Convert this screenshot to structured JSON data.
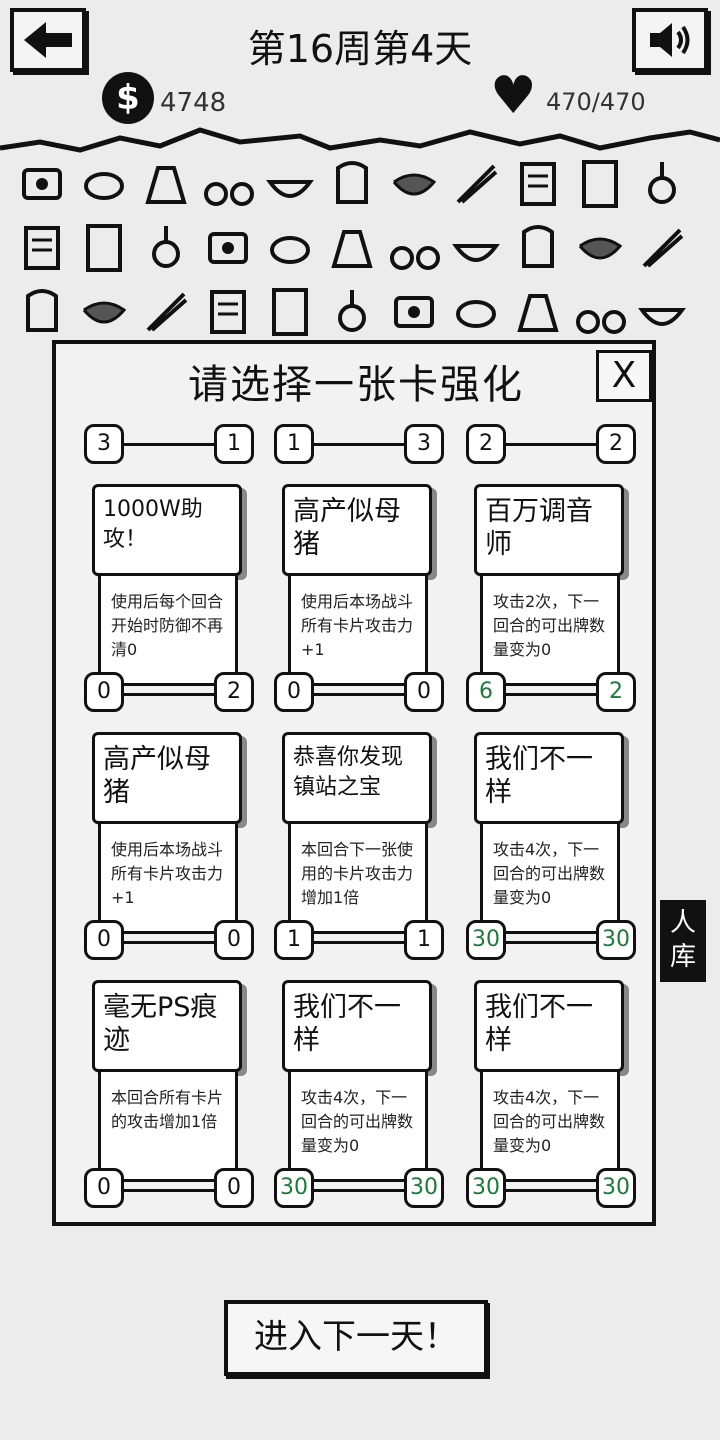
{
  "header": {
    "title": "第16周第4天",
    "money": "4748",
    "hp": "470/470"
  },
  "modal": {
    "title": "请选择一张卡强化",
    "close": "X"
  },
  "top_rows": [
    {
      "left": "3",
      "right": "1"
    },
    {
      "left": "1",
      "right": "3"
    },
    {
      "left": "2",
      "right": "2"
    }
  ],
  "cards": [
    {
      "title": "1000W助攻！",
      "desc": "使用后每个回合开始时防御不再清0",
      "left": "0",
      "right": "2",
      "green": false
    },
    {
      "title": "高产似母猪",
      "desc": "使用后本场战斗所有卡片攻击力+1",
      "left": "0",
      "right": "0",
      "green": false
    },
    {
      "title": "百万调音师",
      "desc": "攻击2次，下一回合的可出牌数量变为0",
      "left": "6",
      "right": "2",
      "green": true
    },
    {
      "title": "高产似母猪",
      "desc": "使用后本场战斗所有卡片攻击力+1",
      "left": "0",
      "right": "0",
      "green": false
    },
    {
      "title": "恭喜你发现镇站之宝",
      "desc": "本回合下一张使用的卡片攻击力增加1倍",
      "left": "1",
      "right": "1",
      "green": false
    },
    {
      "title": "我们不一样",
      "desc": "攻击4次，下一回合的可出牌数量变为0",
      "left": "30",
      "right": "30",
      "green": true
    },
    {
      "title": "毫无PS痕迹",
      "desc": "本回合所有卡片的攻击增加1倍",
      "left": "0",
      "right": "0",
      "green": false
    },
    {
      "title": "我们不一样",
      "desc": "攻击4次，下一回合的可出牌数量变为0",
      "left": "30",
      "right": "30",
      "green": true
    },
    {
      "title": "我们不一样",
      "desc": "攻击4次，下一回合的可出牌数量变为0",
      "left": "30",
      "right": "30",
      "green": true
    }
  ],
  "side_label": "人\n库",
  "next_button": "进入下一天！",
  "icons": [
    "tv",
    "mixer",
    "backpack",
    "cloak",
    "ring",
    "sword-pair",
    "bowl",
    "helmet",
    "fridge",
    "rice-bowl",
    "bicycle",
    "knife",
    "vest",
    "ticket",
    "paper",
    "bag",
    "fish",
    "sword",
    "blade",
    "keyboard",
    "phone",
    "bird",
    "spider",
    "chest",
    "curtain",
    "ball",
    "hanger",
    "dress",
    "sushi",
    "sofa",
    "creature",
    "fighter",
    "ship"
  ]
}
